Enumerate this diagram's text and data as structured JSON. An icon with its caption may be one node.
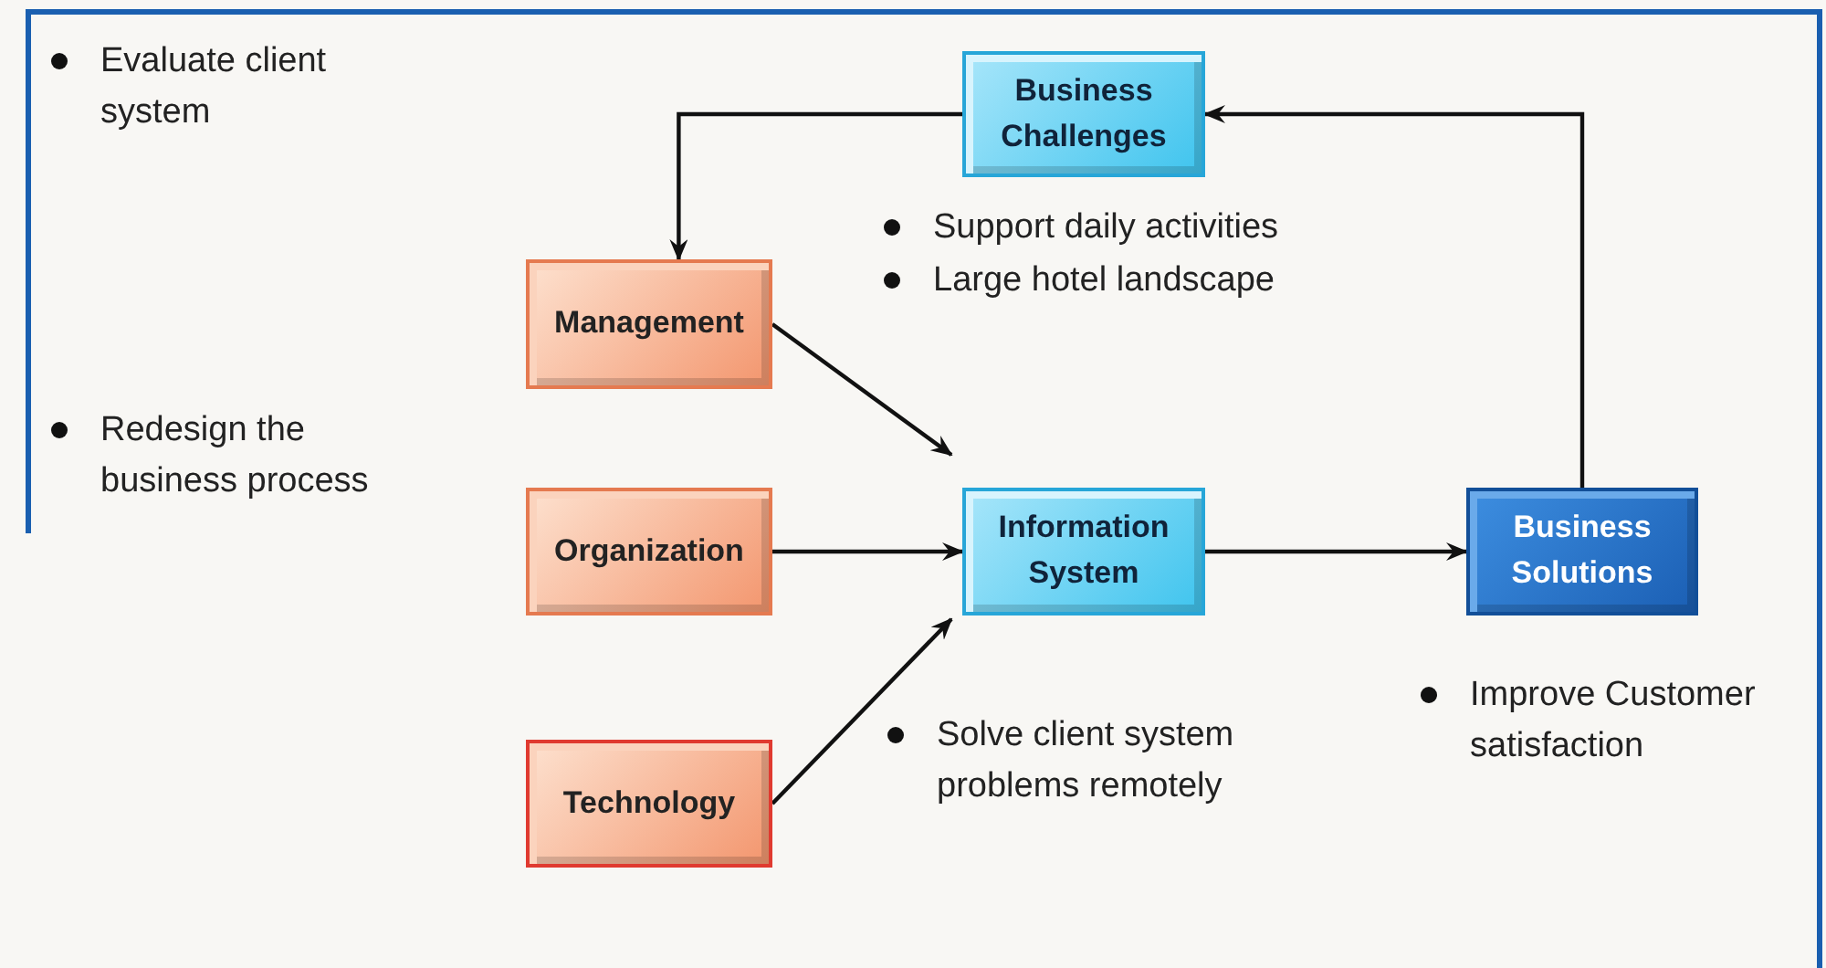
{
  "diagram": {
    "nodes": [
      {
        "text": [
          "Business Challenges"
        ]
      },
      {
        "text": [
          "Management"
        ]
      },
      {
        "text": [
          "Organization"
        ]
      },
      {
        "text": [
          "Technology"
        ]
      },
      {
        "text": [
          "Information System"
        ]
      },
      {
        "text": [
          "Business Solutions"
        ]
      }
    ],
    "edges": [
      {
        "from": 0,
        "to": 1,
        "arrow": "to"
      },
      {
        "from": 1,
        "to": 4,
        "arrow": "to"
      },
      {
        "from": 2,
        "to": 4,
        "arrow": "to"
      },
      {
        "from": 3,
        "to": 4,
        "arrow": "to"
      },
      {
        "from": 4,
        "to": 5,
        "arrow": "to"
      },
      {
        "from": 5,
        "to": 0,
        "arrow": "to"
      }
    ],
    "labels": [
      "Evaluate client system",
      "Support daily activities",
      "Large hotel landscape",
      "Redesign the business process",
      "Solve client system problems remotely",
      "Improve Customer satisfaction"
    ]
  }
}
